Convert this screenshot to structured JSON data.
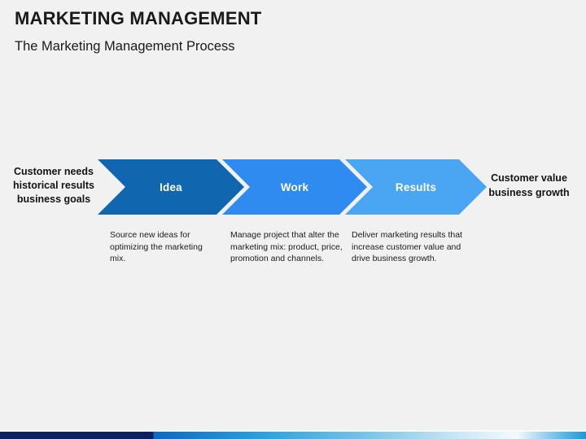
{
  "slide": {
    "title": "MARKETING MANAGEMENT",
    "subtitle": "The Marketing Management Process"
  },
  "diagram": {
    "input": {
      "lines": [
        "Customer needs",
        "historical results",
        "business goals"
      ]
    },
    "output": {
      "lines": [
        "Customer value",
        "business growth"
      ]
    },
    "steps": [
      {
        "label": "Idea",
        "description": "Source new ideas for optimizing the marketing mix.",
        "color": "#1166b0"
      },
      {
        "label": "Work",
        "description": "Manage project that alter the marketing mix: product, price, promotion and channels.",
        "color": "#2f8bef"
      },
      {
        "label": "Results",
        "description": "Deliver marketing results that increase customer value and drive business growth.",
        "color": "#4aa5f2"
      }
    ]
  },
  "footer": {
    "colors": {
      "navy": "#0b2161",
      "blue": "#0d68c2",
      "sky": "#2aa0dd",
      "light": "#f3fafd",
      "right_edge": "#1f97d7"
    }
  },
  "background_color": "#f1f1f1",
  "arrow_text_color": "#ffffff"
}
